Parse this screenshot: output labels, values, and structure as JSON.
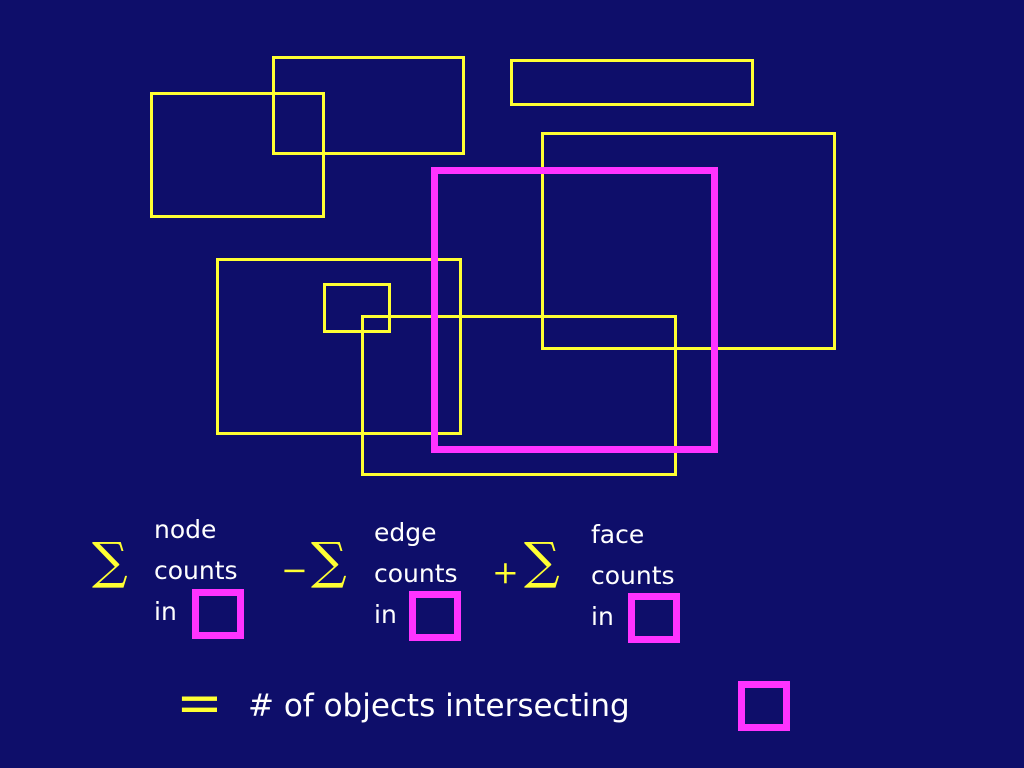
{
  "node_text": [
    "node",
    "counts",
    "in"
  ],
  "edge_text": [
    "edge",
    "counts",
    "in"
  ],
  "face_text": [
    "face",
    "counts",
    "in"
  ],
  "sum_symbol": "∑",
  "minus_symbol": "−",
  "plus_symbol": "+",
  "equals_symbol": "=",
  "result_text": "# of objects intersecting",
  "colors": {
    "background": "#0e0e6a",
    "object_rect": "#ffff33",
    "query_rect": "#ff33ff",
    "text": "#ffffff"
  }
}
